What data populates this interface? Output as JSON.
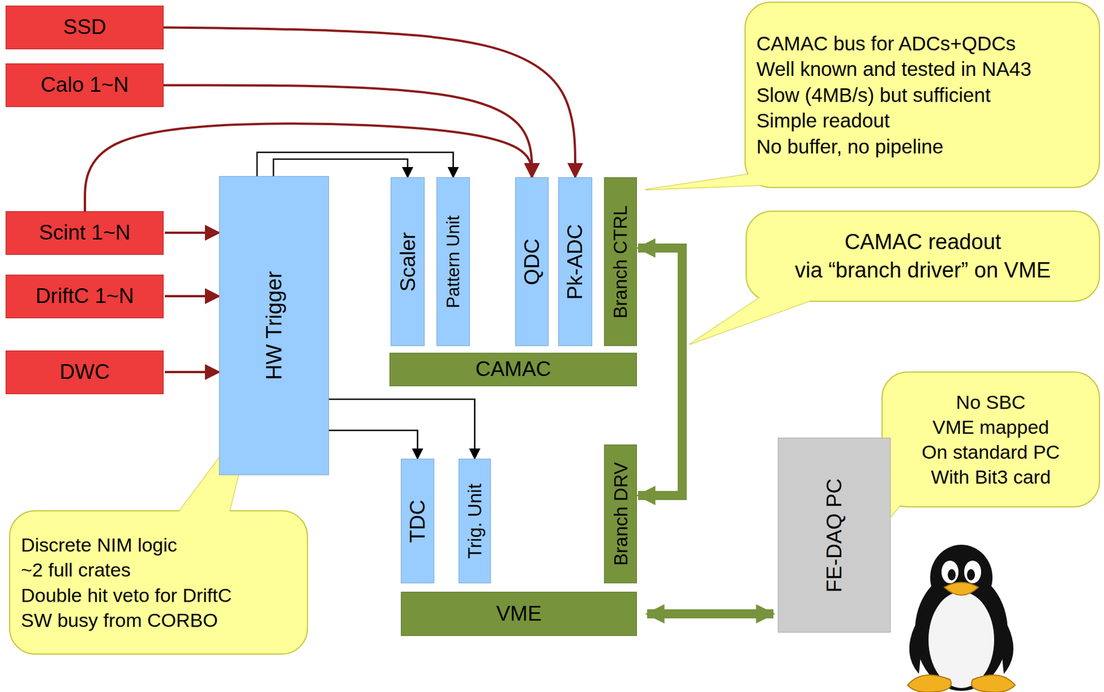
{
  "diagram": {
    "nodes": [
      {
        "text": [
          "SSD"
        ]
      },
      {
        "text": [
          "Calo 1~N"
        ]
      },
      {
        "text": [
          "Scint 1~N"
        ]
      },
      {
        "text": [
          "DriftC 1~N"
        ]
      },
      {
        "text": [
          "DWC"
        ]
      },
      {
        "text": [
          "HW Trigger"
        ]
      },
      {
        "text": [
          "Scaler"
        ]
      },
      {
        "text": [
          "Pattern Unit"
        ]
      },
      {
        "text": [
          "QDC"
        ]
      },
      {
        "text": [
          "Pk-ADC"
        ]
      },
      {
        "text": [
          "Branch CTRL"
        ]
      },
      {
        "text": [
          "CAMAC"
        ]
      },
      {
        "text": [
          "TDC"
        ]
      },
      {
        "text": [
          "Trig. Unit"
        ]
      },
      {
        "text": [
          "Branch DRV"
        ]
      },
      {
        "text": [
          "VME"
        ]
      },
      {
        "text": [
          "FE-DAQ PC"
        ]
      },
      {
        "text": [
          "CAMAC bus for ADCs+QDCs",
          "Well known and tested in NA43",
          "Slow (4MB/s) but sufficient",
          "Simple readout",
          "No buffer, no pipeline"
        ]
      },
      {
        "text": [
          "CAMAC readout",
          "via “branch driver” on VME"
        ]
      },
      {
        "text": [
          "No SBC",
          "VME mapped",
          "On standard PC",
          "With Bit3 card"
        ]
      },
      {
        "text": [
          "Discrete NIM logic",
          "~2 full crates",
          "Double hit veto for DriftC",
          "SW busy from CORBO"
        ]
      }
    ],
    "edges": [
      {
        "from": 0,
        "to": 9,
        "arrow": "to"
      },
      {
        "from": 1,
        "to": 8,
        "arrow": "to"
      },
      {
        "from": 2,
        "to": 8,
        "arrow": "to"
      },
      {
        "from": 2,
        "to": 5,
        "arrow": "to"
      },
      {
        "from": 3,
        "to": 5,
        "arrow": "to"
      },
      {
        "from": 4,
        "to": 5,
        "arrow": "to"
      },
      {
        "from": 5,
        "to": 6,
        "arrow": "to"
      },
      {
        "from": 5,
        "to": 7,
        "arrow": "to"
      },
      {
        "from": 5,
        "to": 12,
        "arrow": "to"
      },
      {
        "from": 5,
        "to": 13,
        "arrow": "to"
      },
      {
        "from": 10,
        "to": 14,
        "arrow": "both"
      },
      {
        "from": 15,
        "to": 16,
        "arrow": "both"
      }
    ]
  }
}
